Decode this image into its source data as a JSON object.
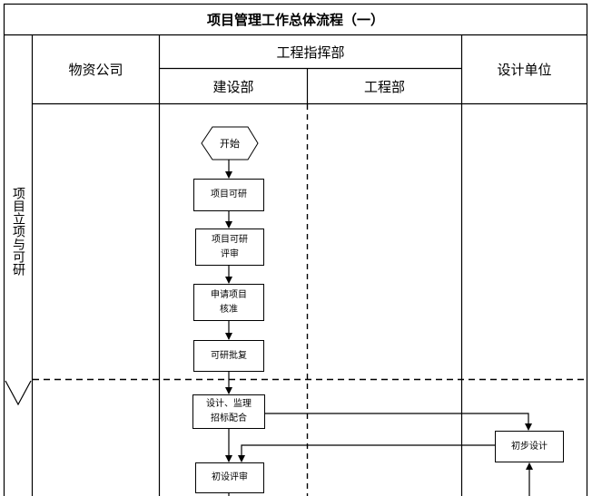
{
  "title": "项目管理工作总体流程（一）",
  "columns": {
    "material_company": "物资公司",
    "command_dept": "工程指挥部",
    "construction_dept": "建设部",
    "engineering_dept": "工程部",
    "design_unit": "设计单位"
  },
  "stage": "项目立项与可研",
  "nodes": {
    "start": "开始",
    "feasibility": "项目可研",
    "feasibility_review_1": "项目可研",
    "feasibility_review_2": "评审",
    "apply_approval_1": "申请项目",
    "apply_approval_2": "核准",
    "feasibility_reply": "可研批复",
    "design_bidding_1": "设计、监理",
    "design_bidding_2": "招标配合",
    "preliminary_design": "初步设计",
    "preliminary_review": "初设评审"
  }
}
